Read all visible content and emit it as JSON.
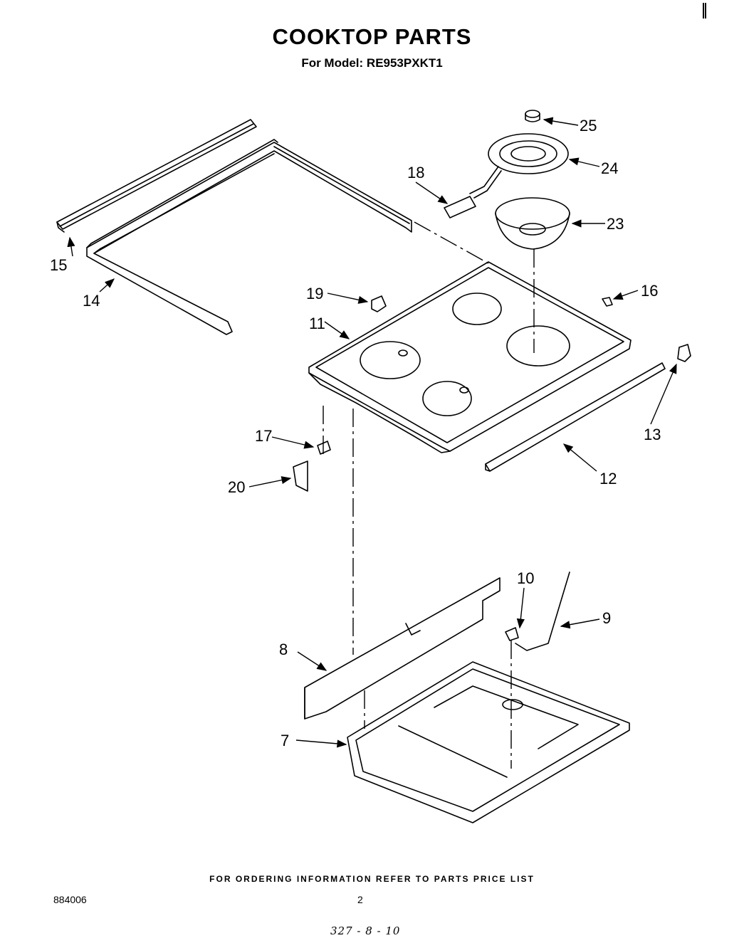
{
  "header": {
    "title": "COOKTOP PARTS",
    "subtitle": "For Model: RE953PXKT1"
  },
  "callouts": {
    "c7": "7",
    "c8": "8",
    "c9": "9",
    "c10": "10",
    "c11": "11",
    "c12": "12",
    "c13": "13",
    "c14": "14",
    "c15": "15",
    "c16": "16",
    "c17": "17",
    "c18": "18",
    "c19": "19",
    "c20": "20",
    "c23": "23",
    "c24": "24",
    "c25": "25"
  },
  "footer": {
    "note": "FOR ORDERING INFORMATION REFER TO PARTS PRICE LIST",
    "doc_number": "884006",
    "page_number": "2",
    "handwritten": "327 - 8 - 10"
  }
}
